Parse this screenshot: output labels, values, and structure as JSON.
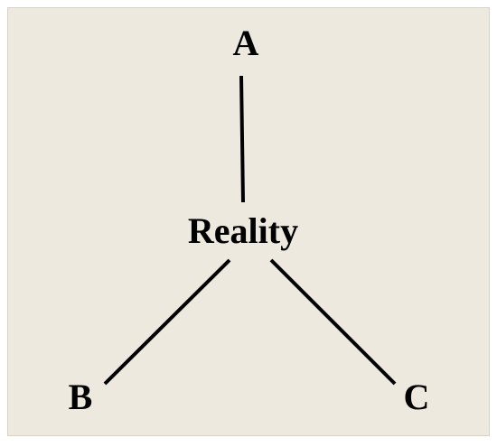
{
  "diagram": {
    "nodes": {
      "a": "A",
      "center": "Reality",
      "b": "B",
      "c": "C"
    },
    "edges": [
      {
        "from": "center",
        "to": "a"
      },
      {
        "from": "center",
        "to": "b"
      },
      {
        "from": "center",
        "to": "c"
      }
    ],
    "colors": {
      "background": "#ede9df",
      "ink": "#000000"
    }
  }
}
